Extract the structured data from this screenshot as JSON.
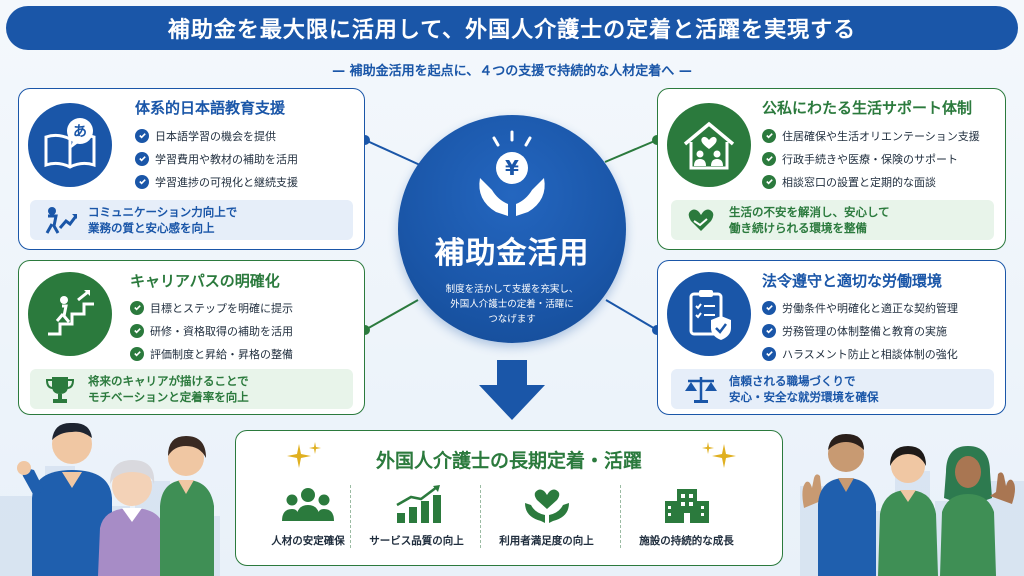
{
  "header": {
    "title": "補助金を最大限に活用して、外国人介護士の定着と活躍を実現する",
    "subtitle": "— 補助金活用を起点に、４つの支援で持続的な人材定着へ —"
  },
  "colors": {
    "blue": "#1a56a8",
    "green": "#2b7a3d",
    "bg": "#f4f8fc"
  },
  "center": {
    "icon": "yen-coin-hands-icon",
    "title": "補助金活用",
    "desc": [
      "制度を活かして支援を充実し、",
      "外国人介護士の定着・活躍に",
      "つなげます"
    ]
  },
  "cards": {
    "japanese": {
      "icon": "book-speech-icon",
      "icon_glyph": "あ",
      "title": "体系的日本語教育支援",
      "bullets": [
        "日本語学習の機会を提供",
        "学習費用や教材の補助を活用",
        "学習進捗の可視化と継続支援"
      ],
      "footer_icon": "growth-person-icon",
      "footer": [
        "コミュニケーション力向上で",
        "業務の質と安心感を向上"
      ]
    },
    "career": {
      "icon": "stairs-climb-icon",
      "title": "キャリアパスの明確化",
      "bullets": [
        "目標とステップを明確に提示",
        "研修・資格取得の補助を活用",
        "評価制度と昇給・昇格の整備"
      ],
      "footer_icon": "trophy-icon",
      "footer": [
        "将来のキャリアが描けることで",
        "モチベーションと定着率を向上"
      ]
    },
    "life": {
      "icon": "house-family-icon",
      "title": "公私にわたる生活サポート体制",
      "bullets": [
        "住居確保や生活オリエンテーション支援",
        "行政手続きや医療・保険のサポート",
        "相談窓口の設置と定期的な面談"
      ],
      "footer_icon": "heart-handshake-icon",
      "footer": [
        "生活の不安を解消し、安心して",
        "働き続けられる環境を整備"
      ]
    },
    "legal": {
      "icon": "clipboard-shield-icon",
      "title": "法令遵守と適切な労働環境",
      "bullets": [
        "労働条件や明確化と適正な契約管理",
        "労務管理の体制整備と教育の実施",
        "ハラスメント防止と相談体制の強化"
      ],
      "footer_icon": "scales-icon",
      "footer": [
        "信頼される職場づくりで",
        "安心・安全な就労環境を確保"
      ]
    }
  },
  "bottom": {
    "title": "外国人介護士の長期定着・活躍",
    "outcomes": [
      {
        "icon": "people-group-icon",
        "label": "人材の安定確保"
      },
      {
        "icon": "bar-growth-icon",
        "label": "サービス品質の向上"
      },
      {
        "icon": "heart-hands-icon",
        "label": "利用者満足度の向上"
      },
      {
        "icon": "building-icon",
        "label": "施設の持続的な成長"
      }
    ]
  }
}
